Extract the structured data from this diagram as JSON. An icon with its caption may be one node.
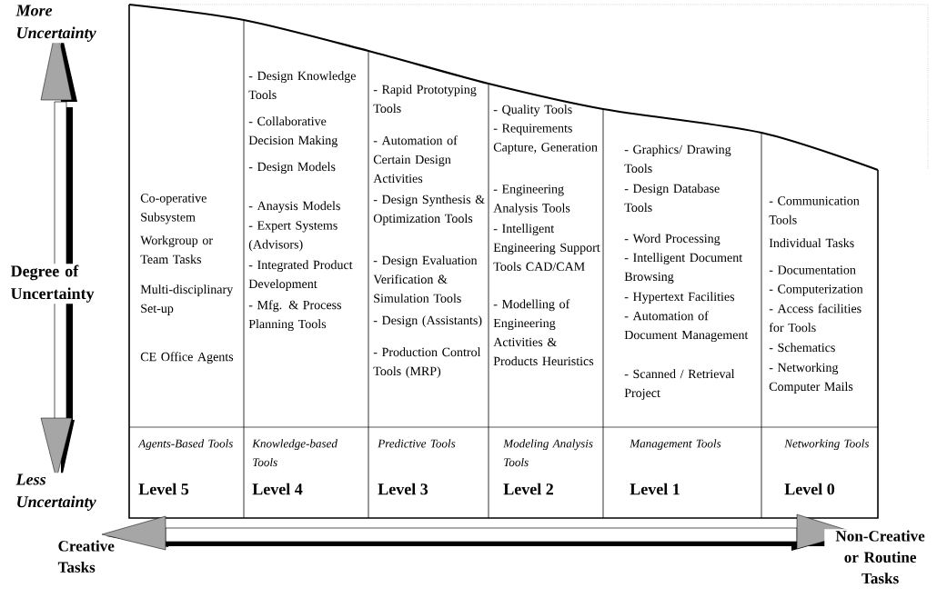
{
  "diagram": {
    "nodes": [
      {
        "text": [
          "Co-operative Subsystem",
          "Workgroup or Team Tasks",
          "Multi-disciplinary Set-up",
          "CE Office Agents"
        ]
      },
      {
        "text": [
          "- Design Knowledge Tools",
          "- Collaborative Decision Making",
          "- Design Models",
          "- Anaysis Models",
          "- Expert Systems (Advisors)",
          "- Integrated Product Development",
          "- Mfg. & Process Planning Tools"
        ]
      },
      {
        "text": [
          "- Rapid Prototyping Tools",
          "- Automation of Certain Design Activities",
          "- Design Synthesis & Optimization Tools",
          "- Design Evaluation Verification & Simulation Tools",
          "- Design (Assistants)",
          "- Production Control Tools (MRP)"
        ]
      },
      {
        "text": [
          "- Quality Tools",
          "- Requirements Capture, Generation",
          "- Engineering Analysis Tools",
          "- Intelligent Engineering Support Tools CAD/CAM",
          "- Modelling of Engineering Activities & Products Heuristics"
        ]
      },
      {
        "text": [
          "- Graphics/ Drawing Tools",
          "- Design Database Tools",
          "- Word Processing",
          "- Intelligent Document Browsing",
          "- Hypertext Facilities",
          "- Automation of Document Management",
          "- Scanned / Retrieval Project"
        ]
      },
      {
        "text": [
          "- Communication Tools",
          "Individual Tasks",
          "- Documentation",
          "- Computerization",
          "- Access facilities for Tools",
          "- Schematics",
          "- Networking Computer Mails"
        ]
      },
      {
        "text": [
          "Agents-Based Tools",
          "Level 5"
        ]
      },
      {
        "text": [
          "Knowledge-based Tools",
          "Level 4"
        ]
      },
      {
        "text": [
          "Predictive Tools",
          "Level 3"
        ]
      },
      {
        "text": [
          "Modeling Analysis Tools",
          "Level 2"
        ]
      },
      {
        "text": [
          "Management Tools",
          "Level 1"
        ]
      },
      {
        "text": [
          "Networking Tools",
          "Level 0"
        ]
      }
    ],
    "labels": [
      "More Uncertainty",
      "Degree of Uncertainty",
      "Less Uncertainty",
      "Creative Tasks",
      "Non-Creative or Routine Tasks"
    ]
  }
}
